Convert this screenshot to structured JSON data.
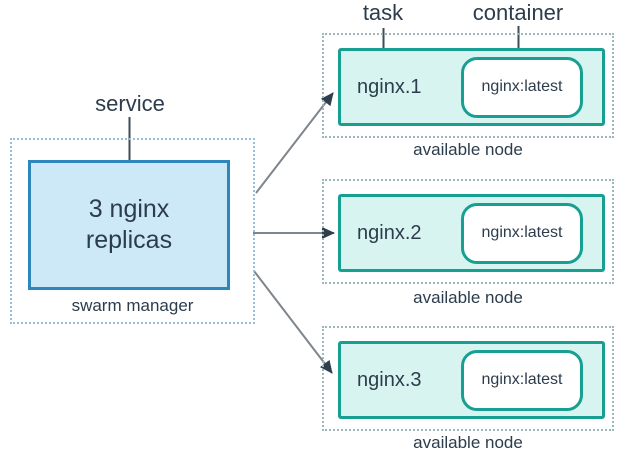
{
  "labels": {
    "service": "service",
    "task": "task",
    "container": "container"
  },
  "swarm_manager": {
    "replicas_line1": "3 nginx",
    "replicas_line2": "replicas",
    "caption": "swarm manager"
  },
  "nodes": [
    {
      "task_name": "nginx.1",
      "container_image": "nginx:latest",
      "caption": "available node"
    },
    {
      "task_name": "nginx.2",
      "container_image": "nginx:latest",
      "caption": "available node"
    },
    {
      "task_name": "nginx.3",
      "container_image": "nginx:latest",
      "caption": "available node"
    }
  ],
  "colors": {
    "teal_border": "#17a091",
    "teal_fill": "#d8f4f1",
    "node_dotted_border": "#9ab7b9",
    "blue_border": "#2d87ba",
    "blue_fill": "#cde9f8",
    "swarm_dotted_border": "#96bedb",
    "text": "#2c3c4c",
    "arrow_line": "#7e858c",
    "arrow_head": "#2d3e4d",
    "leader_line": "#3d4d5a"
  }
}
